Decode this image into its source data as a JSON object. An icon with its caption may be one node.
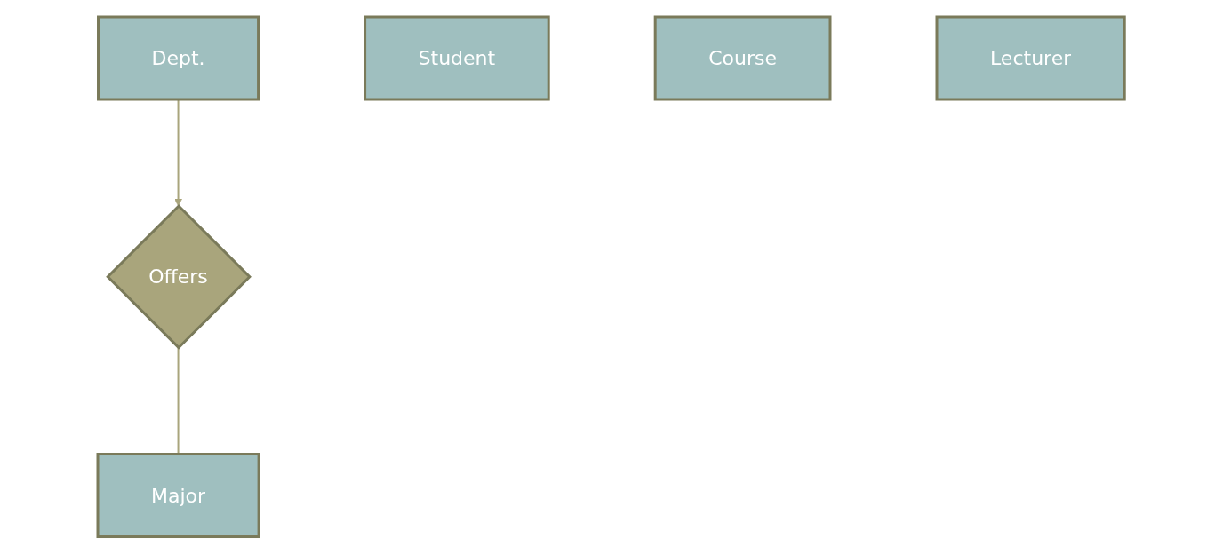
{
  "diagram": {
    "nodes": [
      {
        "text": [
          "Offers"
        ]
      },
      {
        "text": [
          "Dept."
        ]
      },
      {
        "text": [
          "Student"
        ]
      },
      {
        "text": [
          "Major"
        ]
      },
      {
        "text": [
          "Course"
        ]
      },
      {
        "text": [
          "Lecturer"
        ]
      }
    ],
    "edges": [
      {
        "from": 1,
        "to": 0,
        "arrow": "to"
      },
      {
        "from": 0,
        "to": 3,
        "arrow": "none"
      }
    ]
  }
}
